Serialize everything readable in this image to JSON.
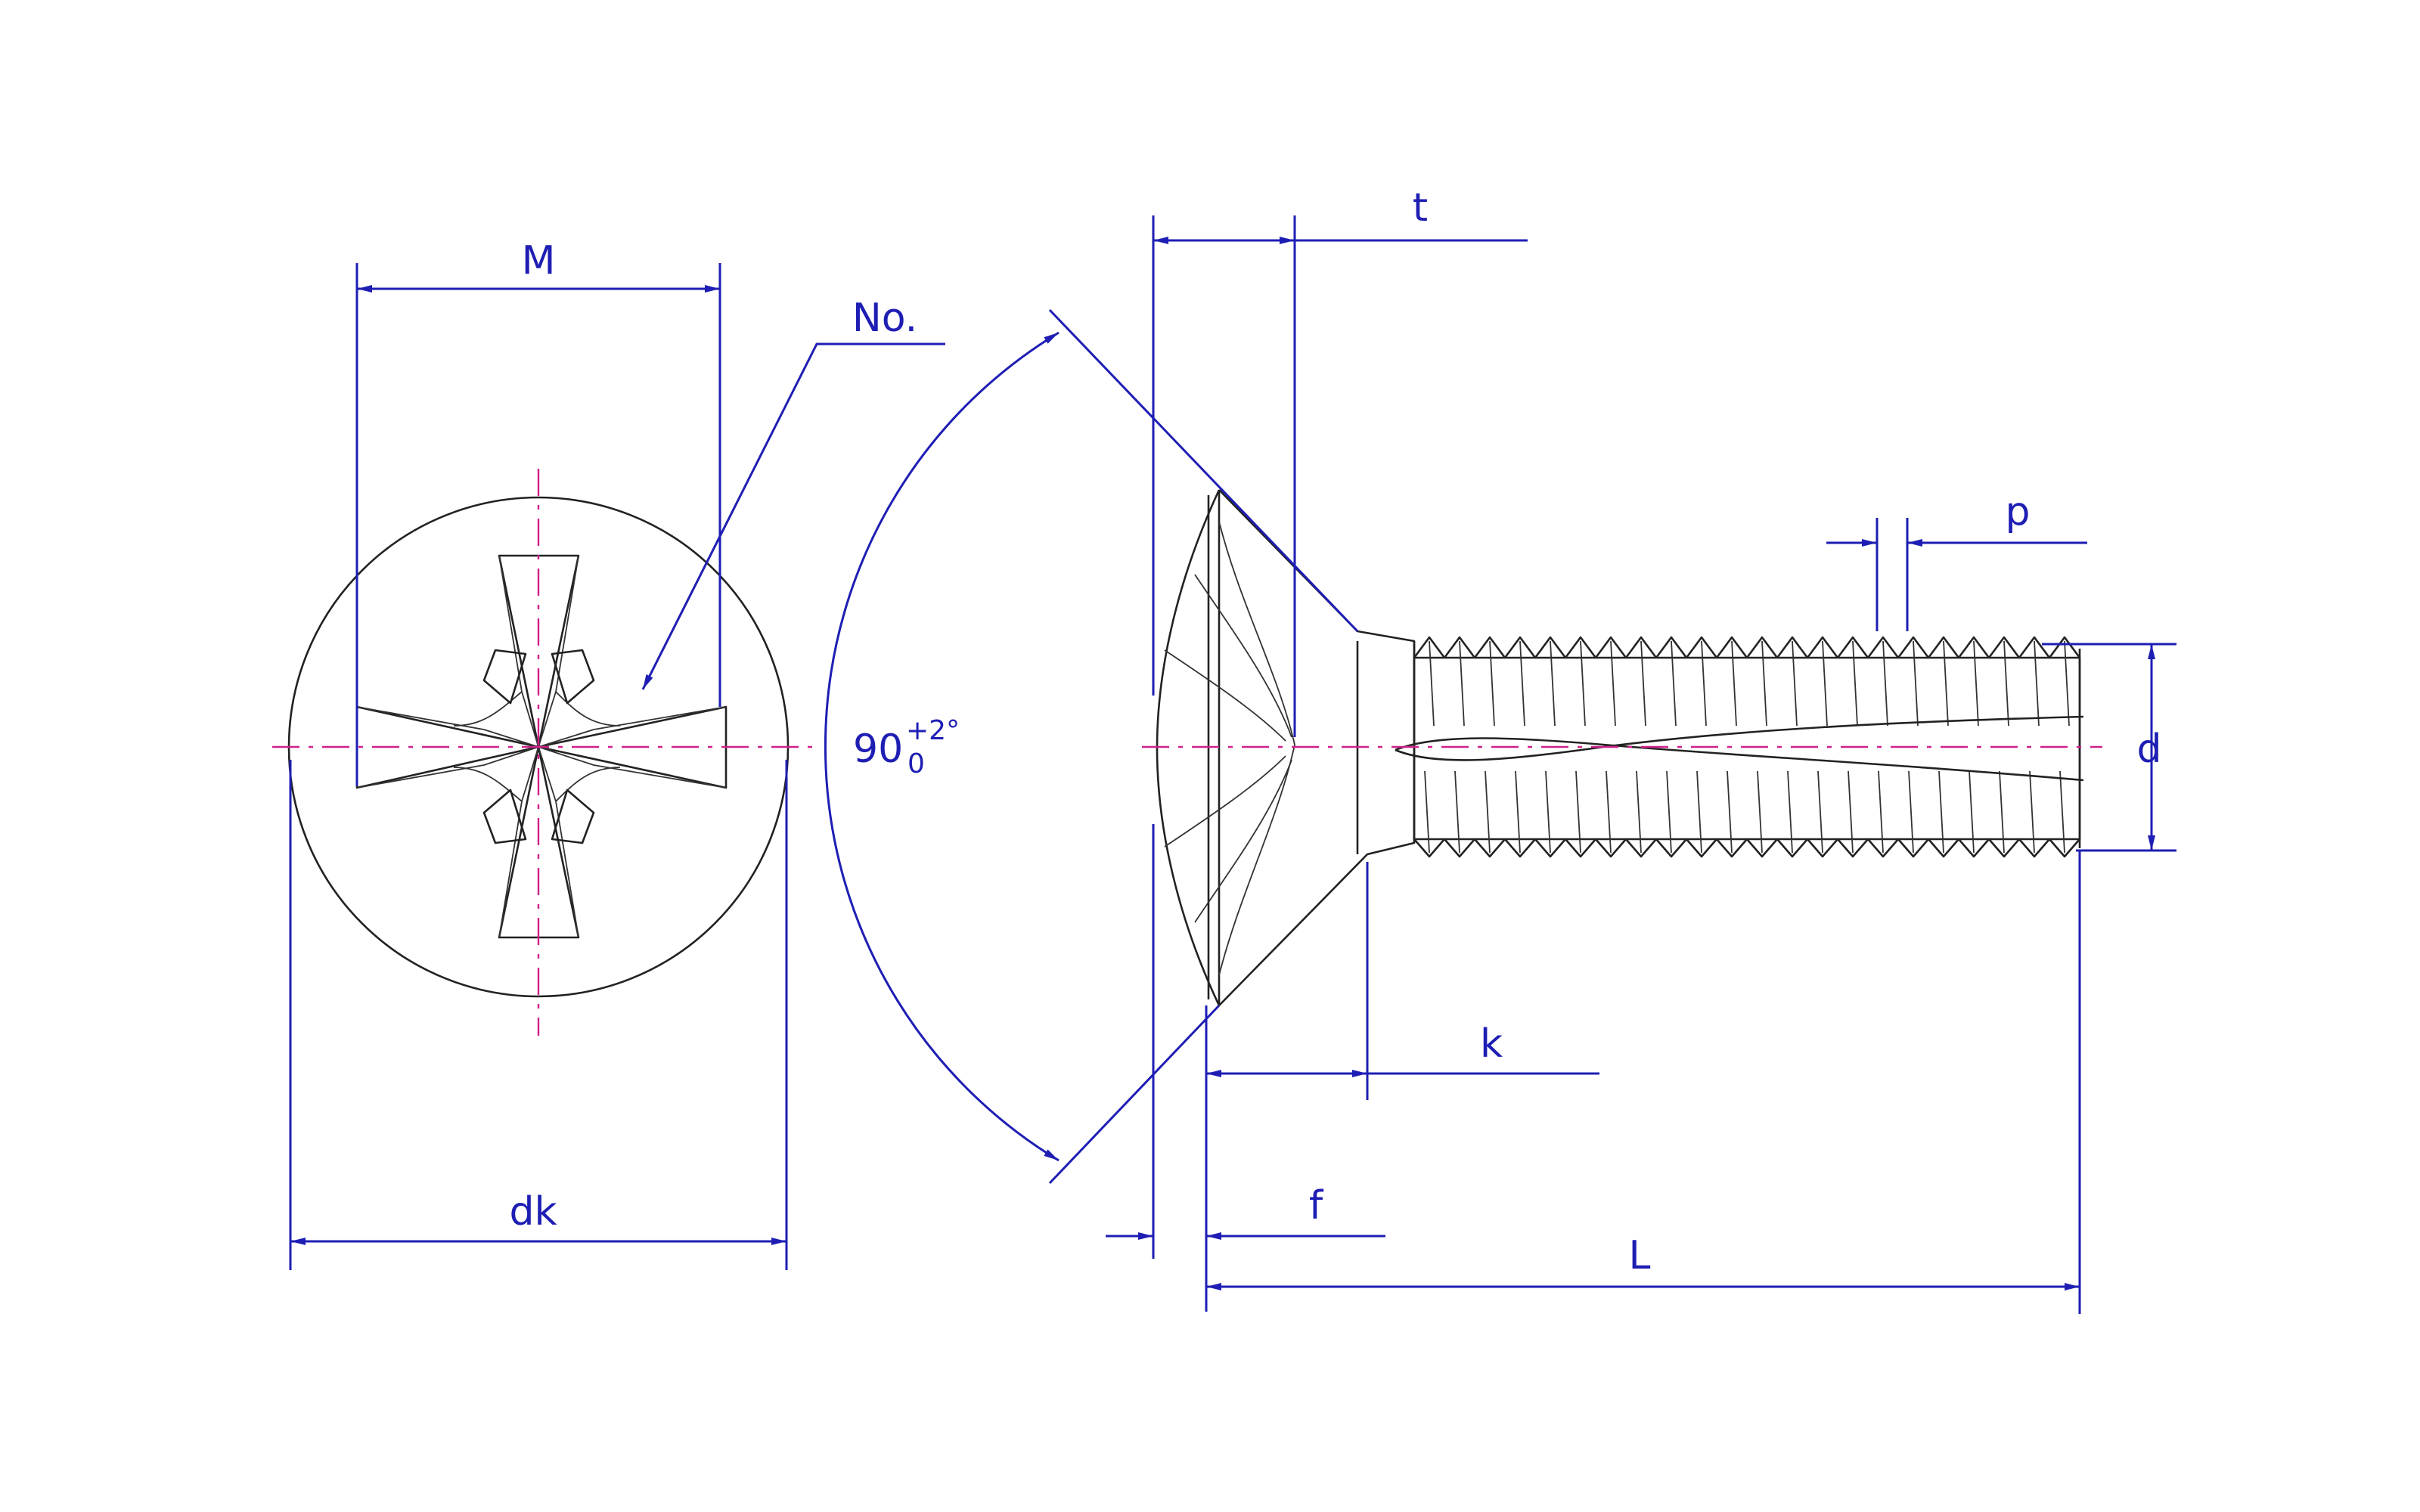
{
  "labels": {
    "M": "M",
    "No": "No.",
    "dk": "dk",
    "t": "t",
    "angle_value": "90",
    "angle_tol_upper": "+2°",
    "angle_tol_lower": "0",
    "k": "k",
    "f": "f",
    "L": "L",
    "p": "p",
    "d": "d"
  },
  "colors": {
    "dimension": "#1e1eb4",
    "centerline": "#d0208a",
    "outline": "#222222"
  }
}
